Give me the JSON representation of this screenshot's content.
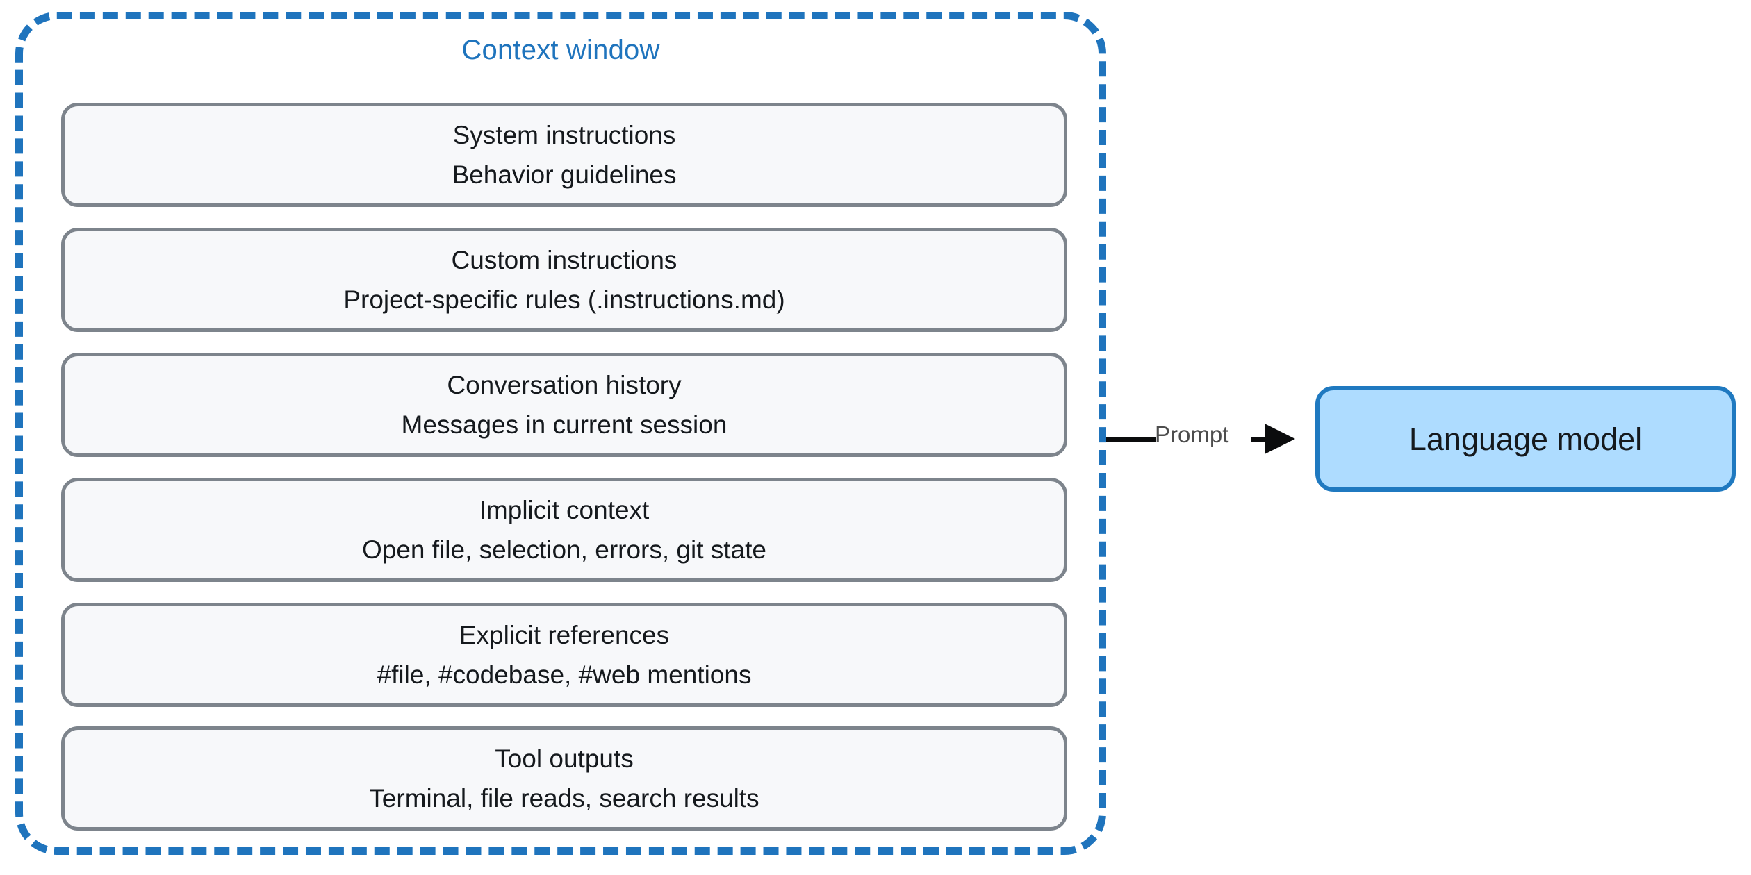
{
  "diagram": {
    "type": "flowchart",
    "background": "#ffffff",
    "accent_blue": "#1f74bd",
    "node_fill_gray": "#f7f8fa",
    "node_border_gray": "#7d848c",
    "model_fill_blue": "#aedcff",
    "model_border_blue": "#1f79c0",
    "arrow_color": "#0b0c0d",
    "label_color": "#4d4d4d"
  },
  "context_window": {
    "title": "Context window",
    "items": [
      {
        "title": "System instructions",
        "subtitle": "Behavior guidelines"
      },
      {
        "title": "Custom instructions",
        "subtitle": "Project-specific rules (.instructions.md)"
      },
      {
        "title": "Conversation history",
        "subtitle": "Messages in current session"
      },
      {
        "title": "Implicit context",
        "subtitle": "Open file, selection, errors, git state"
      },
      {
        "title": "Explicit references",
        "subtitle": "#file, #codebase, #web mentions"
      },
      {
        "title": "Tool outputs",
        "subtitle": "Terminal, file reads, search results"
      }
    ]
  },
  "connector": {
    "label": "Prompt",
    "direction": "right"
  },
  "model": {
    "label": "Language model"
  }
}
